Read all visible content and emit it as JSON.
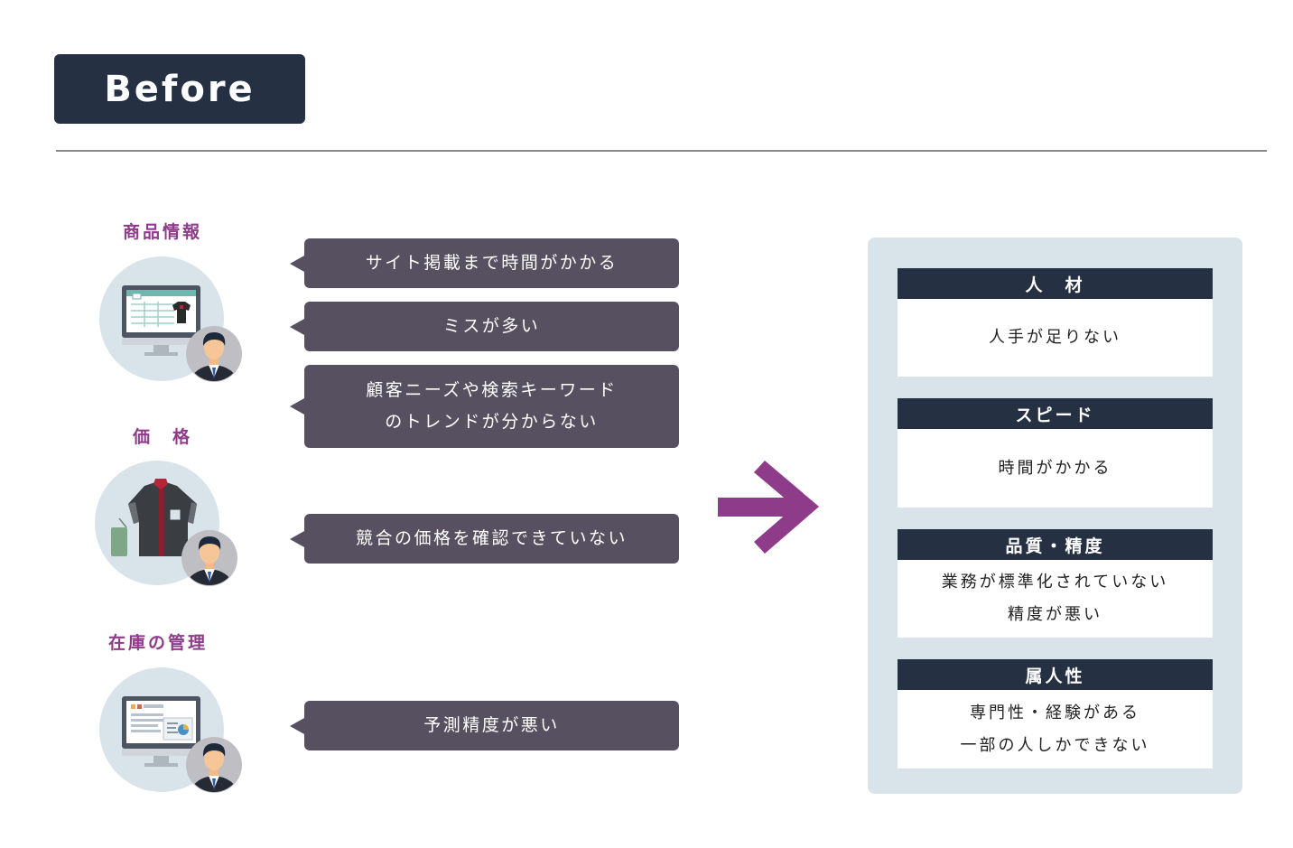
{
  "header": {
    "title": "Before"
  },
  "categories": [
    {
      "label": "商品情報"
    },
    {
      "label": "価　格"
    },
    {
      "label": "在庫の管理"
    }
  ],
  "issues": [
    {
      "lines": [
        "サイト掲載まで時間がかかる"
      ]
    },
    {
      "lines": [
        "ミスが多い"
      ]
    },
    {
      "lines": [
        "顧客ニーズや検索キーワード",
        "のトレンドが分からない"
      ]
    },
    {
      "lines": [
        "競合の価格を確認できていない"
      ]
    },
    {
      "lines": [
        "予測精度が悪い"
      ]
    }
  ],
  "summary": {
    "cards": [
      {
        "head": "人　材",
        "body": [
          "人手が足りない"
        ]
      },
      {
        "head": "スピード",
        "body": [
          "時間がかかる"
        ]
      },
      {
        "head": "品質・精度",
        "body": [
          "業務が標準化されていない",
          "精度が悪い"
        ]
      },
      {
        "head": "属人性",
        "body": [
          "専門性・経験がある",
          "一部の人しかできない"
        ]
      }
    ]
  },
  "colors": {
    "navy": "#253142",
    "accent_purple": "#8e3c8a",
    "bubble": "#575060",
    "panel": "#d8e3ea"
  },
  "icons": [
    "monitor-spreadsheet-icon",
    "shirt-price-tag-icon",
    "monitor-dashboard-icon",
    "businessman-avatar-icon",
    "right-arrow-icon"
  ]
}
